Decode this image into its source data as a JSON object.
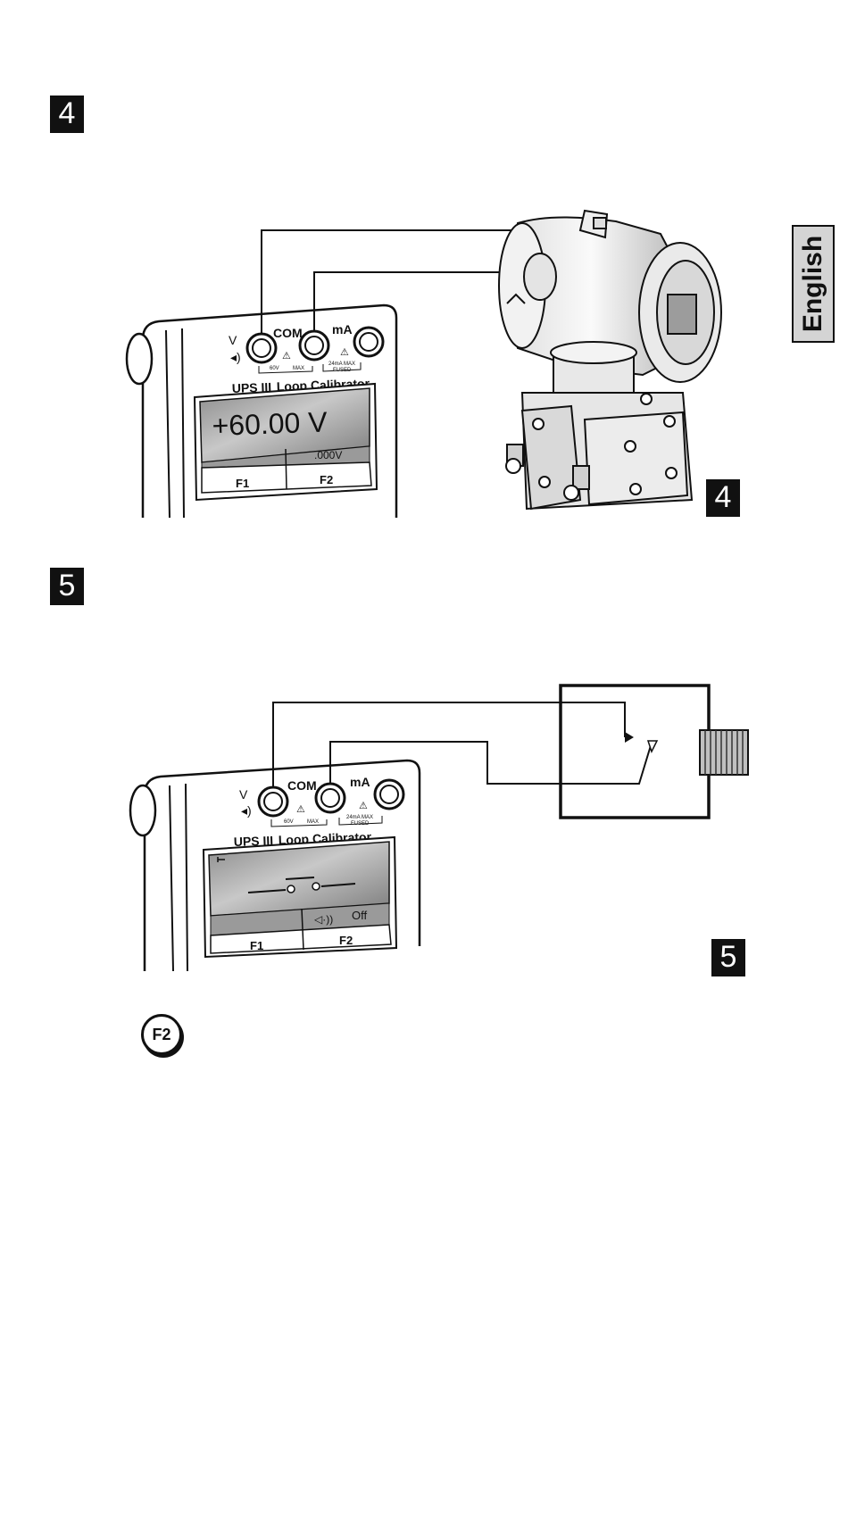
{
  "steps": {
    "step4": "4",
    "step5": "5"
  },
  "language_tab": "English",
  "calibrator": {
    "model": "UPS III",
    "title": "Loop Calibrator",
    "jacks": {
      "v": "V",
      "com": "COM",
      "ma": "mA"
    },
    "ratings": {
      "voltage_max": "60V",
      "max": "MAX",
      "ma_max": "24mA MAX",
      "fused": "FUSED"
    },
    "softkeys": {
      "f1": "F1",
      "f2": "F2"
    }
  },
  "figure4": {
    "display_main": "+60.00 V",
    "display_sub": ".000V"
  },
  "figure5": {
    "display_sub": "Off"
  },
  "key_f2": "F2"
}
